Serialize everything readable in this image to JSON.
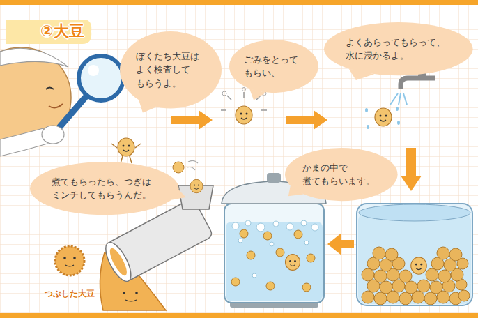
{
  "diagram": {
    "title": "②大豆",
    "nodes": [
      {
        "text": [
          "ぼくたち大豆は よく検査して もらうよ。"
        ]
      },
      {
        "text": [
          "ごみをとって もらい、"
        ]
      },
      {
        "text": [
          "よくあらってもらって、 水に浸かるよ。"
        ]
      },
      {
        "text": [
          "かまの中で 煮てもらいます。"
        ]
      },
      {
        "text": [
          "煮てもらったら、つぎは ミンチしてもらうんだ。"
        ]
      }
    ],
    "labels": [
      "つぶした大豆"
    ]
  }
}
